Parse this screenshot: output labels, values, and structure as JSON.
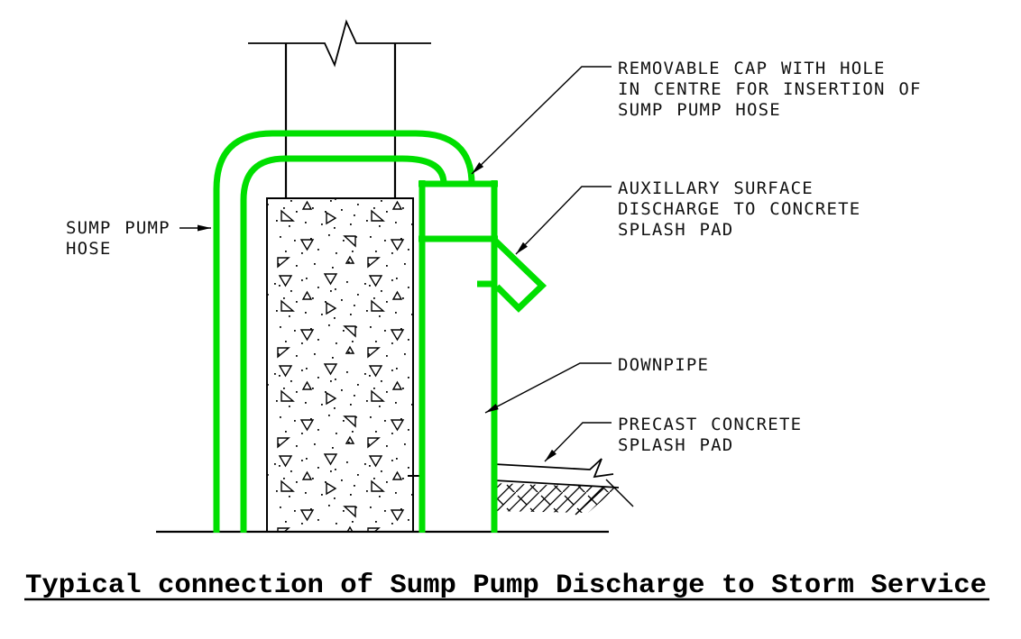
{
  "drawing_title": {
    "text": "Typical connection of Sump Pump Discharge to Storm Service"
  },
  "callouts": {
    "sump_pump_hose": {
      "lines": [
        "SUMP PUMP",
        "HOSE"
      ]
    },
    "removable_cap": {
      "lines": [
        "REMOVABLE CAP WITH HOLE",
        "IN CENTRE FOR INSERTION OF",
        "SUMP PUMP HOSE"
      ]
    },
    "auxillary_discharge": {
      "lines": [
        "AUXILLARY SURFACE",
        "DISCHARGE TO CONCRETE",
        "SPLASH PAD"
      ]
    },
    "downpipe": {
      "lines": [
        "DOWNPIPE"
      ]
    },
    "precast_pad": {
      "lines": [
        "PRECAST CONCRETE",
        "SPLASH PAD"
      ]
    }
  },
  "colors": {
    "pipe_green": "#00DF00",
    "line_black": "#000000",
    "background": "#FFFFFF"
  }
}
